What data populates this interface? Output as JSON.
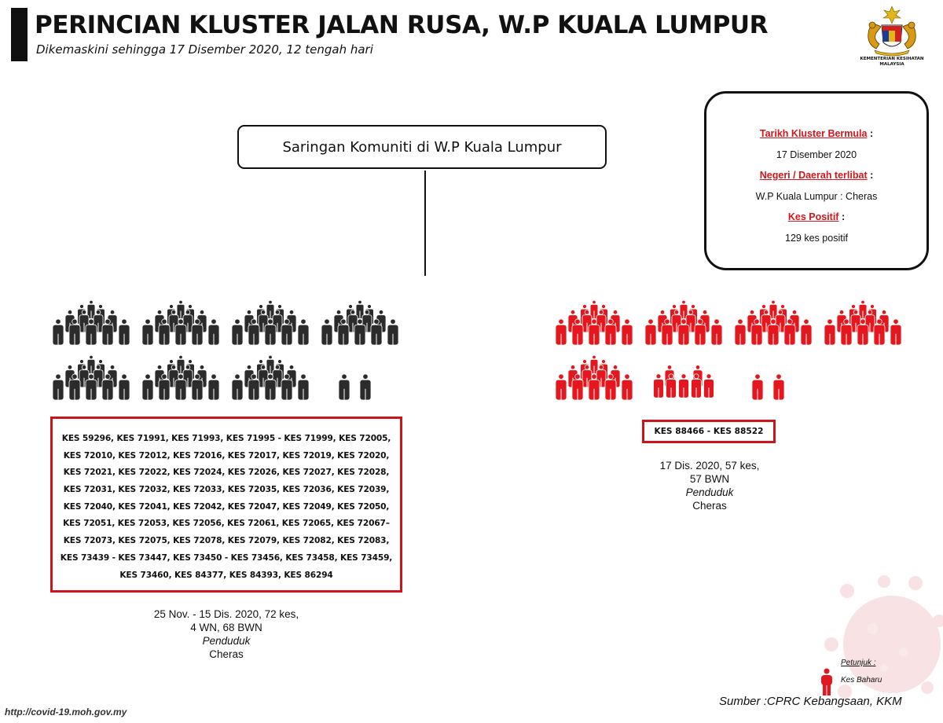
{
  "header": {
    "title": "PERINCIAN KLUSTER JALAN RUSA, W.P KUALA LUMPUR",
    "subtitle": "Dikemaskini sehingga 17 Disember 2020, 12 tengah hari",
    "logo_text": [
      "KEMENTERIAN KESIHATAN",
      "MALAYSIA"
    ]
  },
  "source_box": "Saringan Komuniti di W.P Kuala Lumpur",
  "info": {
    "items": [
      {
        "label": "Tarikh Kluster Bermula",
        "value": "17 Disember 2020"
      },
      {
        "label": "Negeri / Daerah terlibat",
        "value": "W.P Kuala Lumpur : Cheras"
      },
      {
        "label": "Kes Positif",
        "value": "129 kes positif"
      }
    ]
  },
  "groups": [
    {
      "case_lines": [
        "KES 59296, KES 71991, KES 71993, KES 71995 - KES 71999, KES 72005,",
        "KES 72010, KES 72012, KES 72016, KES 72017, KES 72019, KES 72020,",
        "KES 72021, KES 72022, KES 72024, KES 72026, KES 72027, KES 72028,",
        "KES 72031, KES 72032, KES 72033, KES 72035, KES 72036, KES 72039,",
        "KES 72040, KES 72041, KES 72042, KES 72047, KES 72049, KES 72050,",
        "KES 72051, KES 72053, KES 72056, KES 72061, KES 72065, KES 72067–",
        "KES 72073, KES 72075, KES 72078, KES 72079, KES 72082, KES 72083,",
        "KES 73439 - KES 73447, KES 73450 - KES 73456, KES 73458, KES 73459,",
        "KES 73460, KES 84377, KES 84393, KES 86294"
      ],
      "description": [
        "25 Nov. - 15 Dis. 2020, 72 kes,",
        "4 WN, 68 BWN"
      ],
      "category": "Penduduk",
      "location": "Cheras",
      "color": "#2b2b2b",
      "count": 72
    },
    {
      "case_lines": [
        "KES 88466 - KES 88522"
      ],
      "description": [
        "17 Dis. 2020, 57 kes,",
        "57 BWN"
      ],
      "category": "Penduduk",
      "location": "Cheras",
      "color": "#e3171d",
      "count": 57
    }
  ],
  "legend": {
    "title": "Petunjuk :",
    "label": "Kes Baharu",
    "color": "#e3171d"
  },
  "footer": {
    "source": "Sumber :CPRC Kebangsaan,  KKM",
    "url": "http://covid-19.moh.gov.my"
  }
}
